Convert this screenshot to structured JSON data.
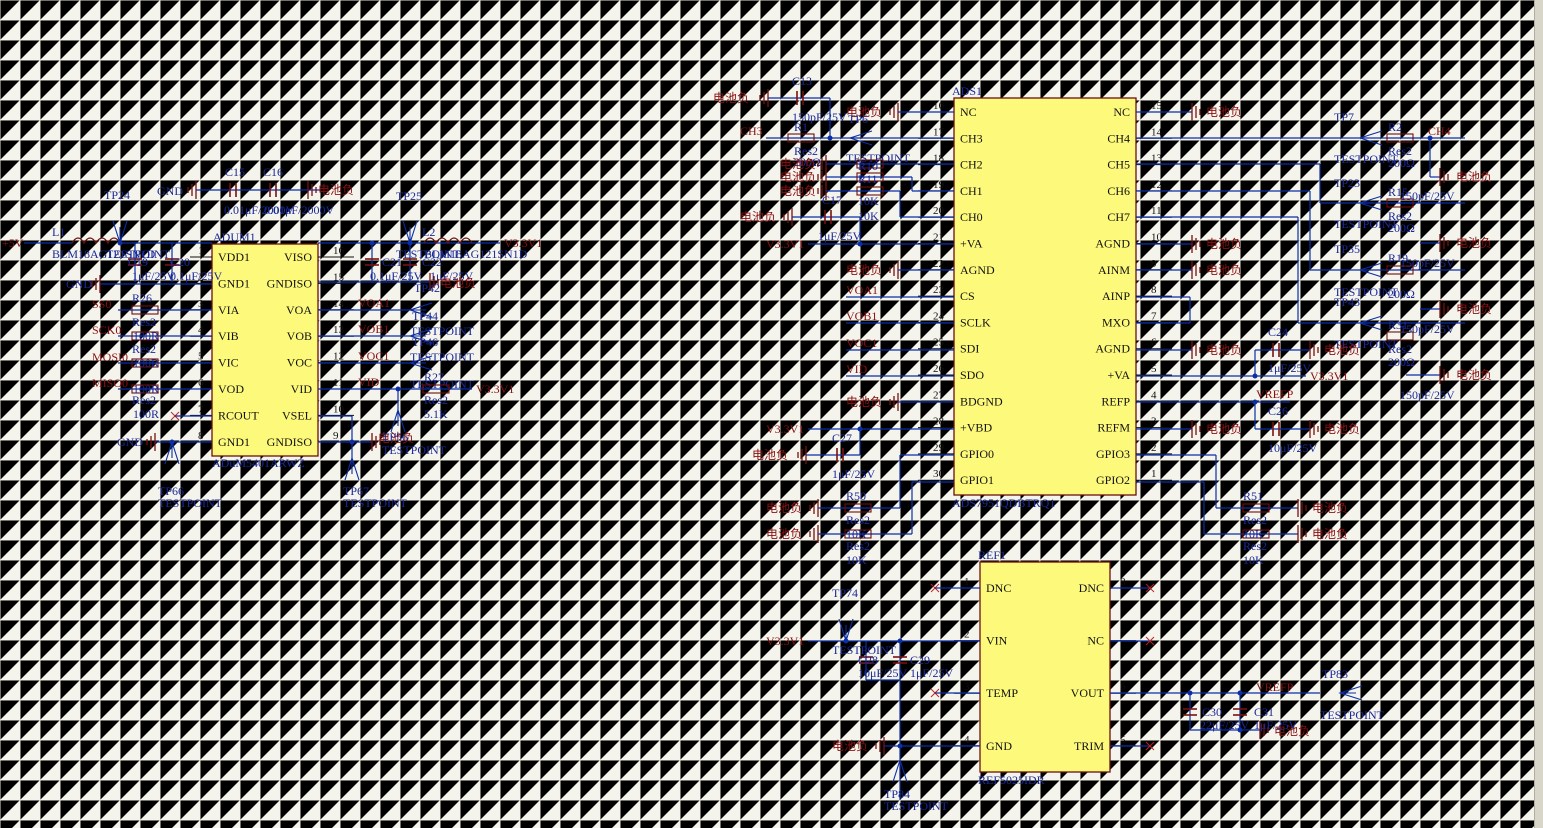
{
  "power": {
    "gnd": "电池负",
    "gnd2": "GND",
    "v5": "+5V",
    "v33": "V3.3V1"
  },
  "components": {
    "adum1": {
      "ref": "ADUM1",
      "value": "ADuM5401ARWZ",
      "left_pins": [
        [
          "1",
          "VDD1"
        ],
        [
          "2",
          "GND1"
        ],
        [
          "3",
          "VIA"
        ],
        [
          "4",
          "VIB"
        ],
        [
          "5",
          "VIC"
        ],
        [
          "6",
          "VOD"
        ],
        [
          "7",
          "RCOUT"
        ],
        [
          "8",
          "GND1"
        ]
      ],
      "right_pins": [
        [
          "16",
          "VISO"
        ],
        [
          "15",
          "GNDISO"
        ],
        [
          "14",
          "VOA"
        ],
        [
          "13",
          "VOB"
        ],
        [
          "12",
          "VOC"
        ],
        [
          "11",
          "VID"
        ],
        [
          "10",
          "VSEL"
        ],
        [
          "9",
          "GNDISO"
        ]
      ]
    },
    "ads1": {
      "ref": "ADS1",
      "value": "ADS7951QDBTRQ1",
      "left_pins": [
        [
          "16",
          "NC"
        ],
        [
          "17",
          "CH3"
        ],
        [
          "18",
          "CH2"
        ],
        [
          "19",
          "CH1"
        ],
        [
          "20",
          "CH0"
        ],
        [
          "21",
          "+VA"
        ],
        [
          "22",
          "AGND"
        ],
        [
          "23",
          "CS"
        ],
        [
          "24",
          "SCLK"
        ],
        [
          "25",
          "SDI"
        ],
        [
          "26",
          "SDO"
        ],
        [
          "27",
          "BDGND"
        ],
        [
          "28",
          "+VBD"
        ],
        [
          "29",
          "GPIO0"
        ],
        [
          "30",
          "GPIO1"
        ]
      ],
      "right_pins": [
        [
          "15",
          "NC"
        ],
        [
          "14",
          "CH4"
        ],
        [
          "13",
          "CH5"
        ],
        [
          "12",
          "CH6"
        ],
        [
          "11",
          "CH7"
        ],
        [
          "10",
          "AGND"
        ],
        [
          "9",
          "AINM"
        ],
        [
          "8",
          "AINP"
        ],
        [
          "7",
          "MXO"
        ],
        [
          "6",
          "AGND"
        ],
        [
          "5",
          "+VA"
        ],
        [
          "4",
          "REFP"
        ],
        [
          "3",
          "REFM"
        ],
        [
          "2",
          "GPIO3"
        ],
        [
          "1",
          "GPIO2"
        ]
      ]
    },
    "ref1": {
      "ref": "REF1",
      "value": "REF5025IDR",
      "left_pins": [
        [
          "1",
          "DNC"
        ],
        [
          "2",
          "VIN"
        ],
        [
          "3",
          "TEMP"
        ],
        [
          "4",
          "GND"
        ]
      ],
      "right_pins": [
        [
          "8",
          "DNC"
        ],
        [
          "7",
          "NC"
        ],
        [
          "6",
          "VOUT"
        ],
        [
          "5",
          "TRIM"
        ]
      ]
    }
  },
  "nets": {
    "ss0": "SS0",
    "sck0": "SCK0",
    "mosi0": "MOSI0",
    "miso0": "MISO0",
    "voa1": "VOA1",
    "vob1": "VOB1",
    "voc1": "VOC1",
    "vid": "VID",
    "ch3": "CH3",
    "ch4": "CH4",
    "vrefp": "VREFP"
  },
  "labels": {
    "c15": "C15",
    "c16": "C16",
    "c15v": "0.01μF/2000V",
    "c16v": "0.01μF/2000V",
    "tp24": "TP24",
    "tp25": "TP25",
    "tp66": "TP66",
    "tp67": "TP67",
    "tp56": "TP56",
    "testpoint": "TESTPOINT",
    "l1": "L1",
    "l1v": "BLM18AG121SN1D",
    "l2": "L2",
    "l2v": "BLM18AG121SN1D",
    "c19": "C19",
    "c19v": "1μF/25V",
    "c20": "C20",
    "c20v": "0.1μF/25V",
    "c21": "C21",
    "c21v": "0.1μF/25V",
    "c22": "C22",
    "c22v": "1μF/25V",
    "r26": "R26",
    "res2": "Res2",
    "r100": "100R",
    "r27": "R27",
    "r27v": "5.1K",
    "tp42": "TP42",
    "tp44": "TP44",
    "tp46": "TP46",
    "c13": "C13",
    "c13v": "150pF/25V",
    "tp6": "TP6",
    "r1": "R1",
    "r1v": "200Ω",
    "r10": "R10",
    "r11": "R11",
    "r12": "R12",
    "r10k": "10K",
    "c17": "C17",
    "c17v": "1μF/25V",
    "c27": "C27",
    "c27v": "1μF/25V",
    "r50": "R50",
    "r49": "R49",
    "r51": "R51",
    "r52": "R52",
    "tp7": "TP7",
    "tp23": "TP23",
    "tp35": "TP35",
    "tp43": "TP43",
    "r2": "R2",
    "r15": "R15",
    "r19": "R19",
    "r31": "R31",
    "r200": "200Ω",
    "c14": "C14",
    "c18": "C18",
    "c16b": "C16",
    "c23": "C23",
    "c25": "C25",
    "c150": "150pF/25V",
    "c24": "C24",
    "c24v": "1μF/25V",
    "c26": "C26",
    "c26v": "10μF/25V",
    "tp74": "TP74",
    "c28": "C28",
    "c28v": "10μF/25V",
    "c29": "C29",
    "c29v": "1μF/25V",
    "tp84": "TP84",
    "c30": "C30",
    "c30v": "22μF/25V",
    "c31": "C31",
    "c31v": "1μF/25V",
    "tp83": "TP83"
  }
}
